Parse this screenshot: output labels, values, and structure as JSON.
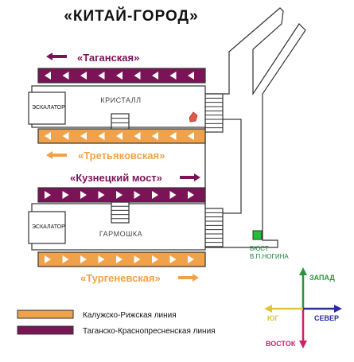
{
  "title": "«КИТАЙ-ГОРОД»",
  "colors": {
    "orange_line": "#f0a24a",
    "purple_line": "#7b1457",
    "outline": "#333333",
    "structure": "#ffffff",
    "bust_green": "#22c039",
    "kristall_marker": "#e05a4a",
    "north_arrow": "#27973d",
    "south_arrow": "#cc2266",
    "east_arrow": "#2a2d9a",
    "west_arrow": "#e3c53a"
  },
  "platform_top": {
    "track_north": {
      "label": "«Таганская»",
      "line": "purple",
      "direction": "left"
    },
    "hall_label": "КРИСТАЛЛ",
    "escalator_label": "ЭСКАЛАТОР",
    "track_south": {
      "label": "«Третьяковская»",
      "line": "orange",
      "direction": "left"
    }
  },
  "platform_bottom": {
    "track_north": {
      "label": "«Кузнецкий мост»",
      "line": "purple",
      "direction": "right"
    },
    "hall_label": "ГАРМОШКА",
    "escalator_label": "ЭСКАЛАТОР",
    "track_south": {
      "label": "«Тургеневская»",
      "line": "orange",
      "direction": "right"
    }
  },
  "bust": {
    "line1": "БЮСТ",
    "line2": "В.П.НОГИНА"
  },
  "compass": {
    "north": "ЗАПАД",
    "east": "СЕВЕР",
    "west": "ЮГ",
    "south": "ВОСТОК"
  },
  "legend": [
    {
      "color": "orange",
      "label": "Калужско-Рижская линия"
    },
    {
      "color": "purple",
      "label": "Таганско-Краснопресненская линия"
    }
  ]
}
